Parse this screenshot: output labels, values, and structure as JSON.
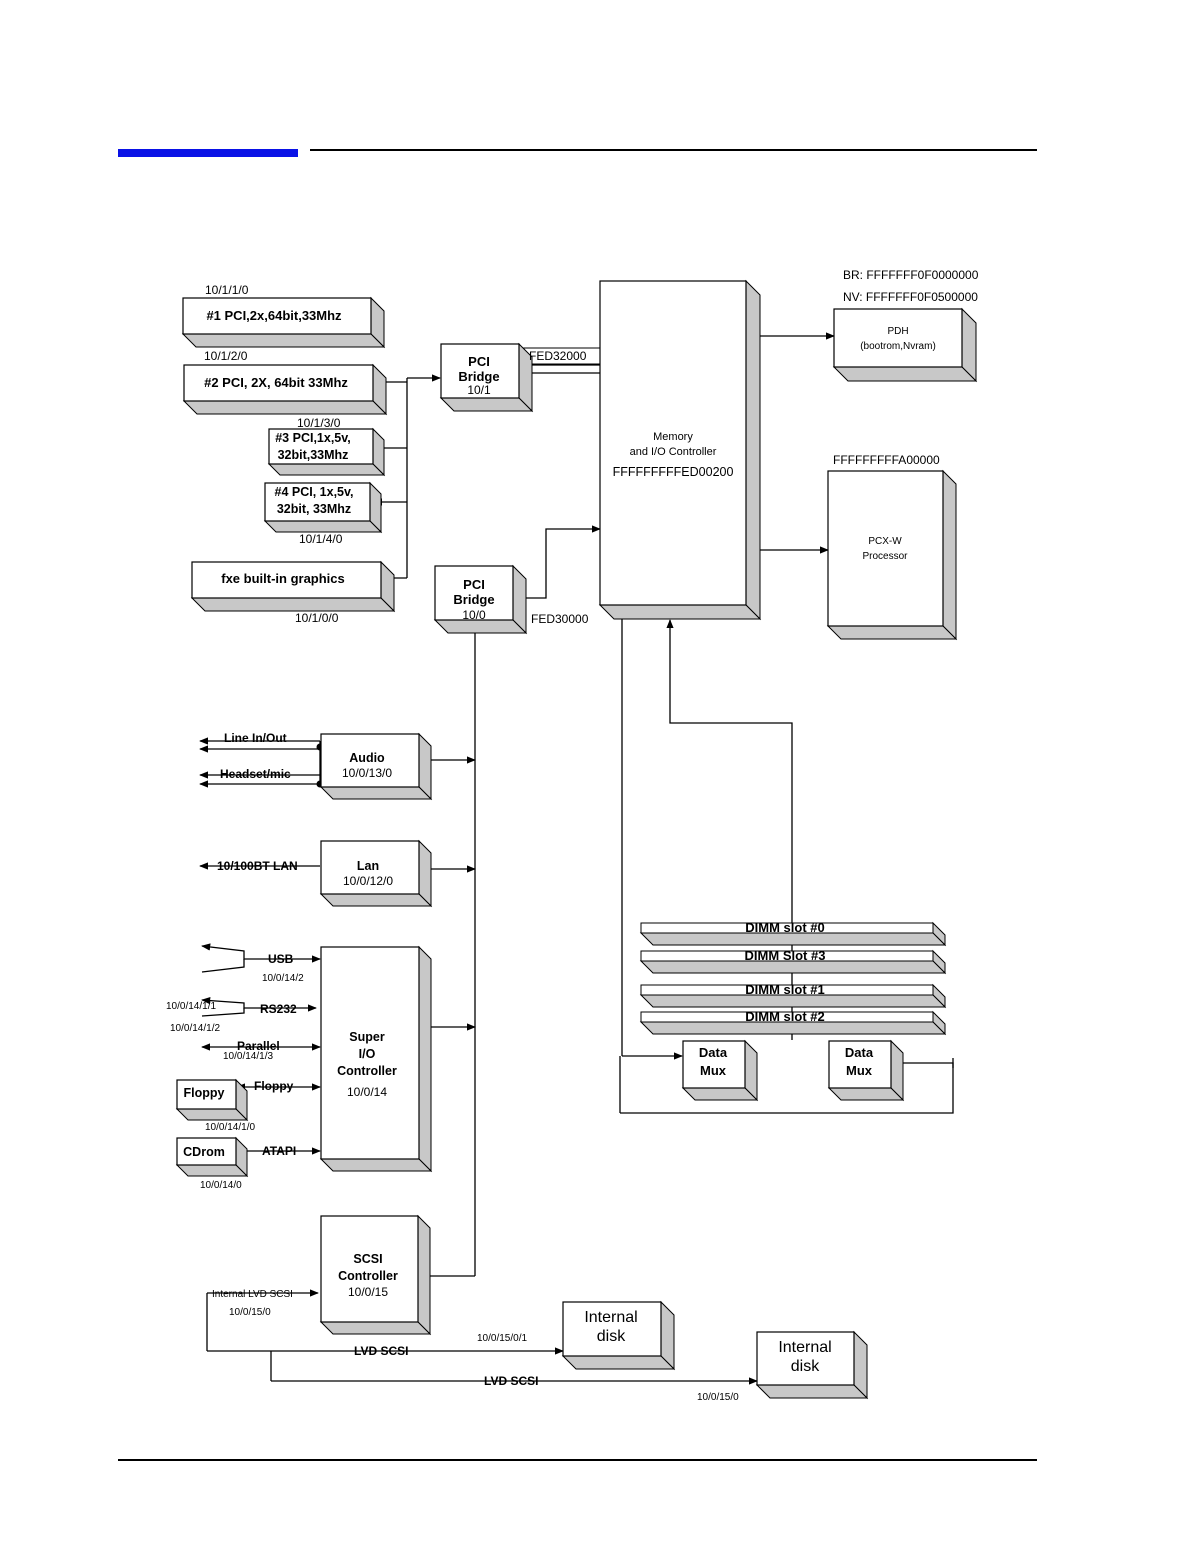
{
  "colors": {
    "accent": "#0a12e6",
    "line": "#000000",
    "box_face": "#ffffff",
    "box_side": "#c8c8c8"
  },
  "boxes": {
    "pci1": {
      "lines": [
        "#1 PCI,2x,64bit,33Mhz"
      ],
      "addr": "10/1/1/0"
    },
    "pci2": {
      "lines": [
        "#2 PCI, 2X, 64bit 33Mhz"
      ],
      "addr": "10/1/2/0"
    },
    "pci3": {
      "lines": [
        "#3 PCI,1x,5v,",
        "32bit,33Mhz"
      ],
      "addr": "10/1/3/0"
    },
    "pci4": {
      "lines": [
        "#4 PCI, 1x,5v,",
        "32bit, 33Mhz"
      ],
      "addr": "10/1/4/0"
    },
    "graphics": {
      "lines": [
        "fxe built-in graphics"
      ],
      "addr": "10/1/0/0"
    },
    "bridge1": {
      "lines": [
        "PCI",
        "Bridge"
      ],
      "addr": "10/1",
      "hex": "FED32000"
    },
    "bridge0": {
      "lines": [
        "PCI",
        "Bridge"
      ],
      "addr": "10/0",
      "hex": "FED30000"
    },
    "mioc": {
      "lines": [
        "Memory",
        "and I/O Controller"
      ],
      "hex": "FFFFFFFFFED00200"
    },
    "pdh": {
      "lines": [
        "PDH",
        "(bootrom,Nvram)"
      ],
      "br": "BR: FFFFFFF0F0000000",
      "nv": "NV: FFFFFFF0F0500000"
    },
    "cpu": {
      "lines": [
        "PCX-W",
        "Processor"
      ],
      "hex": "FFFFFFFFFA00000"
    },
    "audio": {
      "lines": [
        "Audio"
      ],
      "addr": "10/0/13/0"
    },
    "lan": {
      "lines": [
        "Lan"
      ],
      "addr": "10/0/12/0"
    },
    "superio": {
      "lines": [
        "Super",
        "I/O",
        "Controller"
      ],
      "addr": "10/0/14"
    },
    "floppy": {
      "lines": [
        "Floppy"
      ],
      "addr": "10/0/14/1/0"
    },
    "cdrom": {
      "lines": [
        "CDrom"
      ],
      "addr": "10/0/14/0"
    },
    "scsi": {
      "lines": [
        "SCSI",
        "Controller"
      ],
      "addr": "10/0/15"
    },
    "disk1": {
      "lines": [
        "Internal",
        "disk"
      ],
      "addr": "10/0/15/0/1"
    },
    "disk2": {
      "lines": [
        "Internal",
        "disk"
      ],
      "addr": "10/0/15/0"
    },
    "mux1": {
      "lines": [
        "Data",
        "Mux"
      ]
    },
    "mux2": {
      "lines": [
        "Data",
        "Mux"
      ]
    }
  },
  "dimm_slots": [
    "DIMM slot #0",
    "DIMM Slot #3",
    "DIMM slot #1",
    "DIMM slot #2"
  ],
  "signals": {
    "line_in_out": "Line In/Out",
    "headset_mic": "Headset/mic",
    "lan_ext": "10/100BT LAN",
    "usb": "USB",
    "usb_addr": "10/0/14/2",
    "rs232": "RS232",
    "rs232_addr1": "10/0/14/1/1",
    "rs232_addr2": "10/0/14/1/2",
    "parallel": "Parallel",
    "parallel_addr": "10/0/14/1/3",
    "floppy": "Floppy",
    "atapi": "ATAPI",
    "internal_lvd": "Internal LVD SCSI",
    "internal_lvd_addr": "10/0/15/0",
    "lvd_scsi_1": "LVD SCSI",
    "lvd_scsi_2": "LVD SCSI"
  }
}
